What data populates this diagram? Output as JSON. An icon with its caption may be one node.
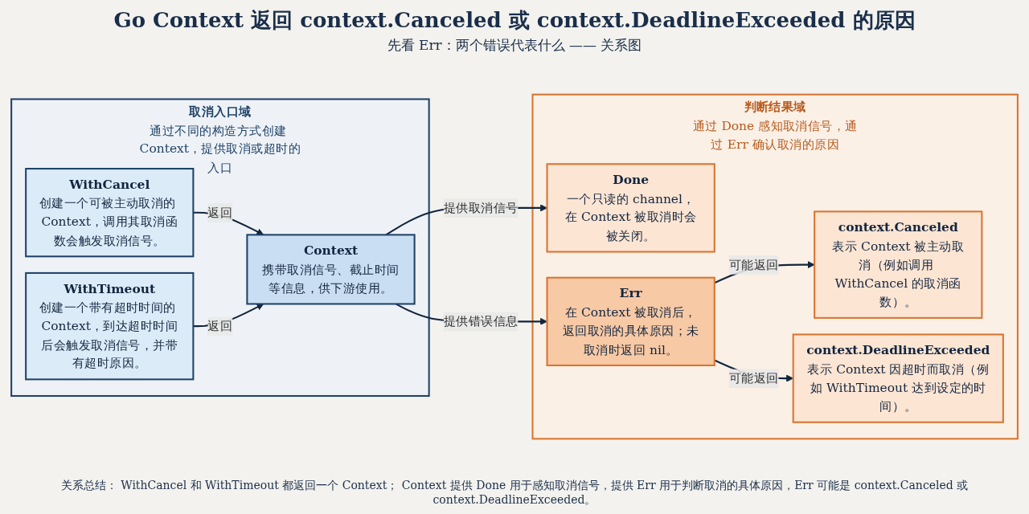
{
  "diagram": {
    "title": "Go Context 返回 context.Canceled 或 context.DeadlineExceeded 的原因",
    "nodes": [
      {
        "text": [
          "取消入口域",
          "通过不同的构造方式创建 Context，提供取消或超时的入口"
        ]
      },
      {
        "text": [
          "WithCancel",
          "创建一个可被主动取消的 Context，调用其取消函数会触发取消信号。"
        ],
        "in": 0
      },
      {
        "text": [
          "WithTimeout",
          "创建一个带有超时时间的 Context，到达超时时间后会触发取消信号，并带有超时原因。"
        ],
        "in": 0
      },
      {
        "text": [
          "Context",
          "携带取消信号、截止时间等信息，供下游使用。"
        ],
        "in": 0
      },
      {
        "text": [
          "判断结果域",
          "通过 Done 感知取消信号，通过 Err 确认取消的原因"
        ]
      },
      {
        "text": [
          "Done",
          "一个只读的 channel，在 Context 被取消时会被关闭。"
        ],
        "in": 4
      },
      {
        "text": [
          "Err",
          "在 Context 被取消后，返回取消的具体原因；未取消时返回 nil。"
        ],
        "in": 4
      },
      {
        "text": [
          "context.Canceled",
          "表示 Context 被主动取消（例如调用 WithCancel 的取消函数）。"
        ],
        "in": 4
      },
      {
        "text": [
          "context.DeadlineExceeded",
          "表示 Context 因超时而取消（例如 WithTimeout 达到设定的时间）。"
        ],
        "in": 4
      }
    ],
    "edges": [
      {
        "from": 1,
        "to": 3,
        "arrow": "to",
        "label": "返回"
      },
      {
        "from": 2,
        "to": 3,
        "arrow": "to",
        "label": "返回"
      },
      {
        "from": 3,
        "to": 5,
        "arrow": "to",
        "label": "提供取消信号"
      },
      {
        "from": 3,
        "to": 6,
        "arrow": "to",
        "label": "提供错误信息"
      },
      {
        "from": 6,
        "to": 7,
        "arrow": "to",
        "label": "可能返回"
      },
      {
        "from": 6,
        "to": 8,
        "arrow": "to",
        "label": "可能返回"
      }
    ],
    "labels": [
      "先看 Err：两个错误代表什么 —— 关系图"
    ],
    "caption": "关系总结： WithCancel 和 WithTimeout 都返回一个 Context； Context 提供 Done 用于感知取消信号，提供 Err 用于判断取消的具体原因，Err 可能是 context.Canceled 或 context.DeadlineExceeded。"
  }
}
